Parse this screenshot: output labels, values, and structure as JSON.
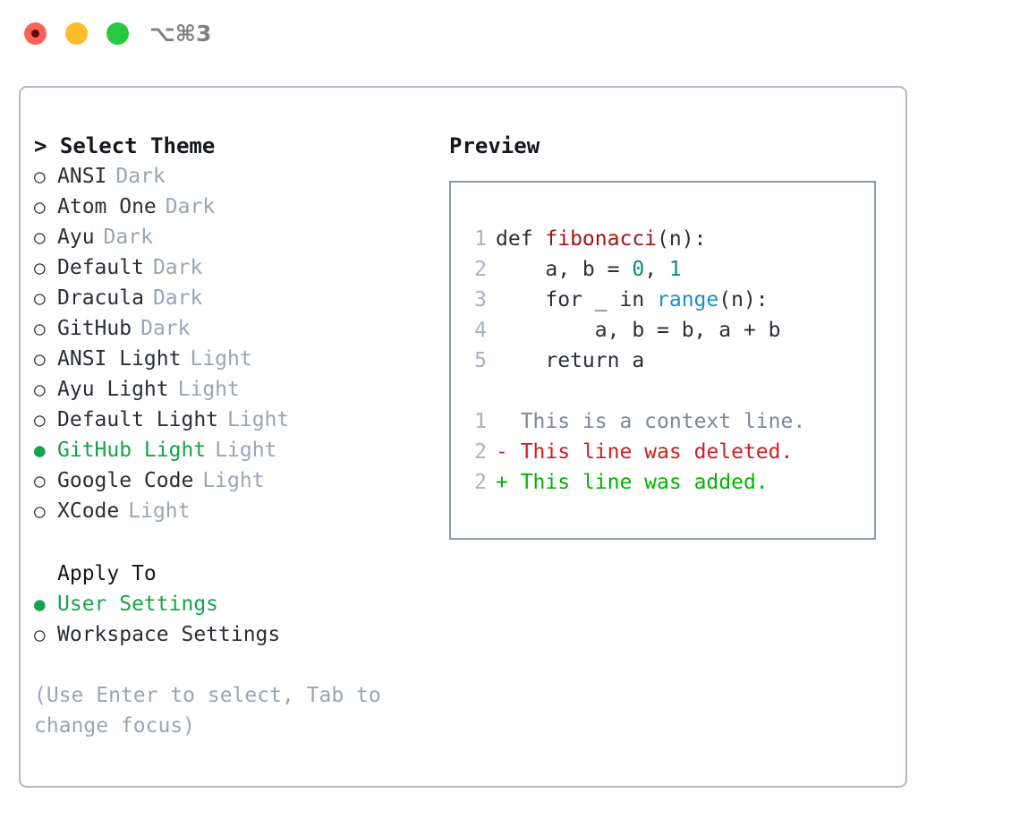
{
  "titlebar": {
    "shortcut": "⌥⌘3",
    "buttons": [
      {
        "name": "close",
        "color": "#fc6158"
      },
      {
        "name": "minimize",
        "color": "#febc2e"
      },
      {
        "name": "maximize",
        "color": "#28c840"
      }
    ]
  },
  "select_theme": {
    "caret": ">",
    "title": "Select Theme",
    "bullet_unselected": "○",
    "bullet_selected": "●",
    "items": [
      {
        "name": "ANSI",
        "tag": "Dark",
        "selected": false
      },
      {
        "name": "Atom One",
        "tag": "Dark",
        "selected": false
      },
      {
        "name": "Ayu",
        "tag": "Dark",
        "selected": false
      },
      {
        "name": "Default",
        "tag": "Dark",
        "selected": false
      },
      {
        "name": "Dracula",
        "tag": "Dark",
        "selected": false
      },
      {
        "name": "GitHub",
        "tag": "Dark",
        "selected": false
      },
      {
        "name": "ANSI Light",
        "tag": "Light",
        "selected": false
      },
      {
        "name": "Ayu Light",
        "tag": "Light",
        "selected": false
      },
      {
        "name": "Default Light",
        "tag": "Light",
        "selected": false
      },
      {
        "name": "GitHub Light",
        "tag": "Light",
        "selected": true
      },
      {
        "name": "Google Code",
        "tag": "Light",
        "selected": false
      },
      {
        "name": "XCode",
        "tag": "Light",
        "selected": false
      }
    ]
  },
  "apply_to": {
    "title": "Apply To",
    "items": [
      {
        "label": "User Settings",
        "selected": true
      },
      {
        "label": "Workspace Settings",
        "selected": false
      }
    ]
  },
  "hint": "(Use Enter to select, Tab to change focus)",
  "preview": {
    "title": "Preview",
    "code_lines": [
      {
        "n": "1",
        "segments": [
          {
            "t": "def ",
            "cls": "code-text"
          },
          {
            "t": "fibonacci",
            "cls": "tok-fn"
          },
          {
            "t": "(n):",
            "cls": "code-text"
          }
        ]
      },
      {
        "n": "2",
        "segments": [
          {
            "t": "    a, b = ",
            "cls": "code-text"
          },
          {
            "t": "0",
            "cls": "tok-num"
          },
          {
            "t": ", ",
            "cls": "code-text"
          },
          {
            "t": "1",
            "cls": "tok-num"
          }
        ]
      },
      {
        "n": "3",
        "segments": [
          {
            "t": "    for _ in ",
            "cls": "code-text"
          },
          {
            "t": "range",
            "cls": "tok-call"
          },
          {
            "t": "(n):",
            "cls": "code-text"
          }
        ]
      },
      {
        "n": "4",
        "segments": [
          {
            "t": "        a, b = b, a + b",
            "cls": "code-text"
          }
        ]
      },
      {
        "n": "5",
        "segments": [
          {
            "t": "    return a",
            "cls": "code-text"
          }
        ]
      }
    ],
    "diff_lines": [
      {
        "n": "1",
        "marker": "  ",
        "text": "This is a context line.",
        "cls": "diff-ctx"
      },
      {
        "n": "2",
        "marker": "- ",
        "text": "This line was deleted.",
        "cls": "diff-del"
      },
      {
        "n": "2",
        "marker": "+ ",
        "text": "This line was added.",
        "cls": "diff-add"
      }
    ]
  },
  "colors": {
    "accent_green": "#16a34a",
    "tag_gray": "#9aa5b4",
    "panel_border": "#b2bac6",
    "preview_border": "#8b99a8",
    "line_number": "#a8b2bf",
    "function_red": "#a31515",
    "number_teal": "#0d8b82",
    "call_blue": "#1c8fc4",
    "diff_add_green": "#00b400",
    "diff_del_red": "#cc2222"
  }
}
